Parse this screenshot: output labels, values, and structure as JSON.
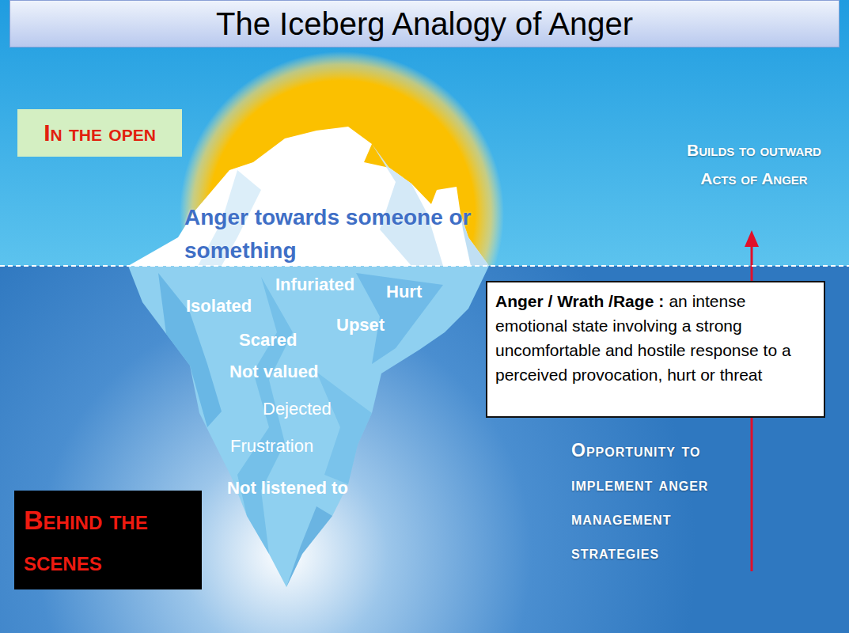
{
  "diagram": {
    "title": "The Iceberg Analogy of Anger",
    "nodes": [
      {
        "text": [
          "In the open"
        ]
      },
      {
        "text": [
          "Anger towards someone or something",
          "Infuriated",
          "Hurt",
          "Isolated",
          "Upset",
          "Scared",
          "Not valued",
          "Dejected",
          "Frustration",
          "Not listened to"
        ]
      },
      {
        "text": [
          "Anger / Wrath /Rage :",
          "an intense emotional state involving a strong uncomfortable and hostile response to a perceived provocation, hurt or threat"
        ]
      },
      {
        "text": [
          "Behind the scenes"
        ]
      }
    ],
    "labels": [
      "Builds to outward Acts of Anger",
      "Opportunity to implement anger management strategies"
    ]
  }
}
